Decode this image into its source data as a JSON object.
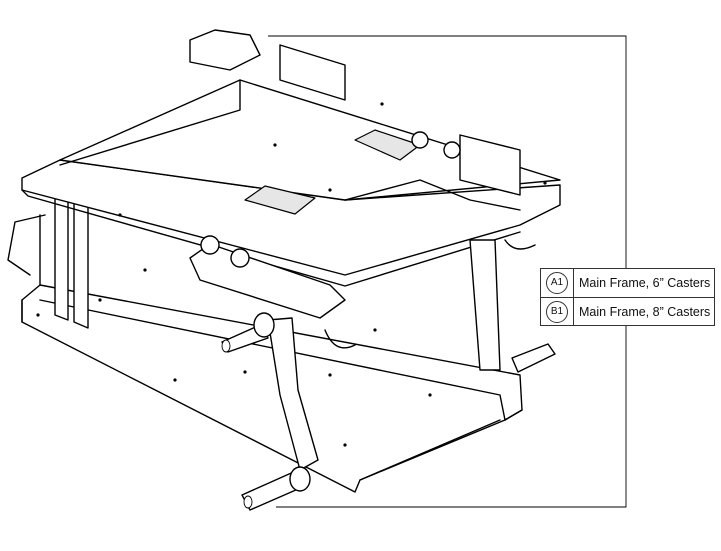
{
  "legend": {
    "rows": [
      {
        "callout": "A1",
        "description": "Main Frame, 6” Casters"
      },
      {
        "callout": "B1",
        "description": "Main Frame, 8” Casters"
      }
    ]
  }
}
